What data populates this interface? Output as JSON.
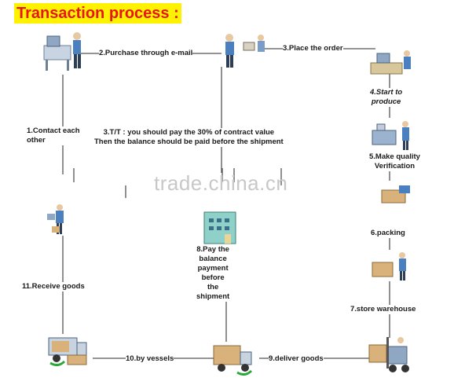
{
  "title": "Transaction process :",
  "steps": {
    "s1": "1.Contact each\nother",
    "s2": "2.Purchase through e-mail",
    "s3": "3.Place the order",
    "s3tt": "3.T/T : you should pay the 30% of contract value\nThen the balance should be paid before the shipment",
    "s4": "4.Start to\nproduce",
    "s5": "5.Make quality\nVerification",
    "s6": "6.packing",
    "s7": "7.store warehouse",
    "s8": "8.Pay the\nbalance\npayment\nbefore\nthe\nshipment",
    "s9": "9.deliver goods",
    "s10": "10.by  vessels",
    "s11": "11.Receive goods"
  },
  "watermark": "trade.china.cn",
  "colors": {
    "title_text": "#e8161a",
    "title_bg": "#fff200",
    "line": "#555555",
    "arrow": "#2aa83a"
  }
}
